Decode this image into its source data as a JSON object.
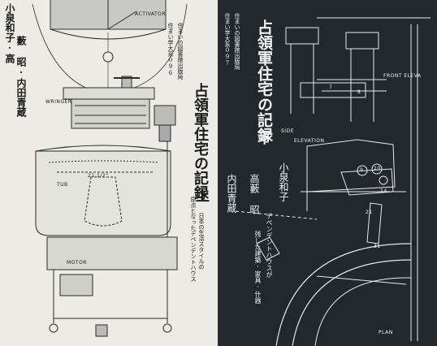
{
  "left_book": {
    "authors_line1": "小泉和子·高",
    "authors_rest": "藪 昭·内田青蔵",
    "publisher_line1": "住まいの図書館出版局",
    "publisher_line2": "住まい学大系096",
    "title": "占領軍住宅の記録",
    "volume": "上",
    "subtitle_1": "日本の生活スタイルの",
    "subtitle_2": "原点となったデペンデントハウス",
    "drawing_labels": {
      "activator": "ACTIVATOR",
      "wringer": "WRINGER",
      "tub": "TUB",
      "dimension": "21 1/2\"",
      "motor": "MOTOR"
    }
  },
  "right_book": {
    "publisher_line1": "住まいの図書館出版局",
    "publisher_line2": "住まい学大系097",
    "title": "占領軍住宅の記録",
    "volume": "下",
    "author_1": "小泉和子",
    "author_2": "高藪 昭",
    "author_3": "内田青蔵",
    "subtitle_1": "デペンデントハウスが",
    "subtitle_2": "残した建築·家具·什器",
    "drawing_labels": {
      "front_elevation": "FRONT ELEVA",
      "side_elevation_1": "SIDE",
      "side_elevation_2": "ELEVATION",
      "plan": "PLAN",
      "num_7": "7",
      "num_8": "8",
      "num_9": "9",
      "num_10": "10",
      "num_14": "14",
      "num_21": "21",
      "num_31": "31"
    }
  }
}
